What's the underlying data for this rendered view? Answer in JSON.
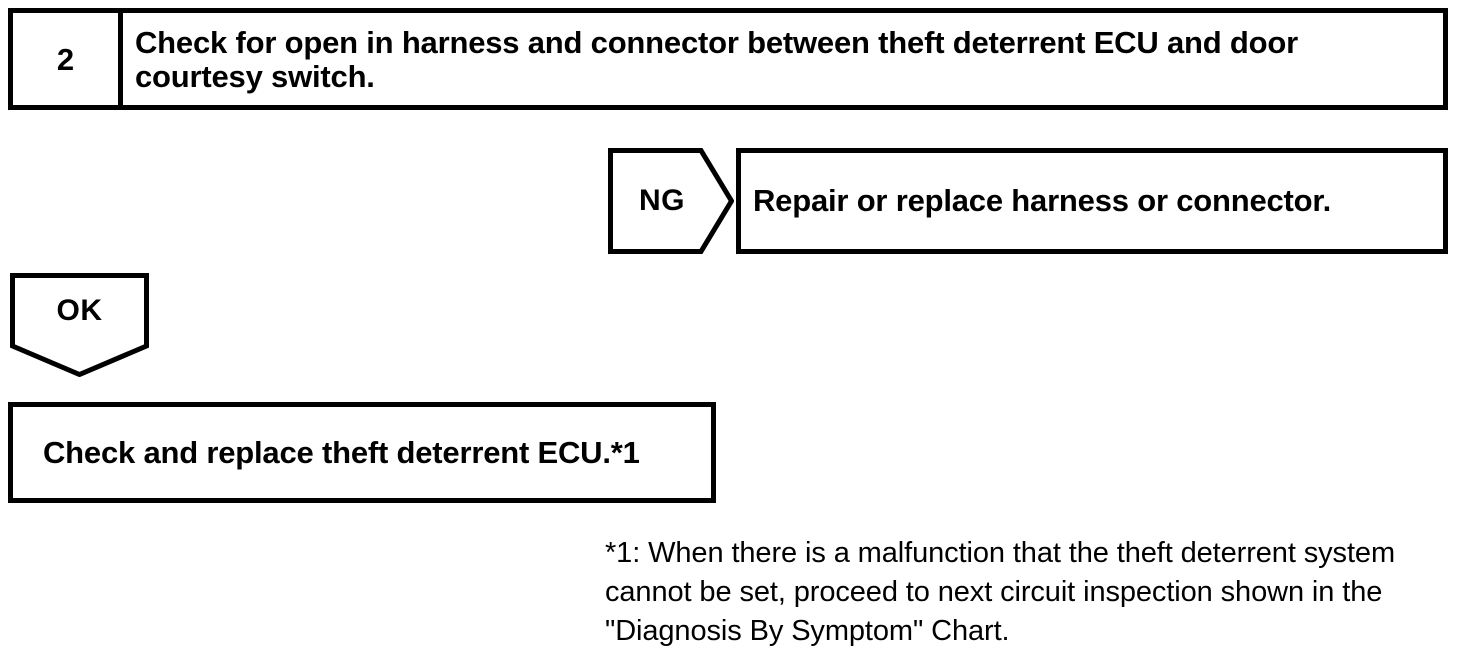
{
  "document": {
    "type": "troubleshooting-flowchart",
    "colors": {
      "ink": "#000000",
      "paper": "#ffffff"
    }
  },
  "step": {
    "number": "2",
    "instruction": "Check for open in harness and connector between theft deterrent ECU and door\ncourtesy switch."
  },
  "branches": {
    "ng": {
      "label": "NG",
      "action": "Repair or replace harness or connector."
    },
    "ok": {
      "label": "OK",
      "action": "Check and replace theft deterrent ECU.*1"
    }
  },
  "footnote": {
    "marker": "*1",
    "lines": [
      "*1: When there is a malfunction that the theft deterrent system",
      "cannot be set, proceed to next circuit inspection shown in the",
      "\"Diagnosis By Symptom\" Chart."
    ]
  }
}
